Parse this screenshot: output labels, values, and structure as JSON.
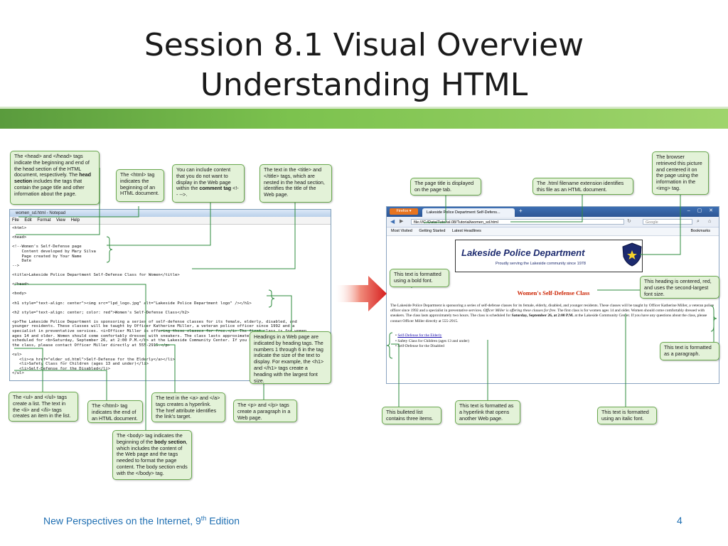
{
  "title": {
    "line1": "Session 8.1 Visual Overview",
    "line2": "Understanding HTML"
  },
  "callouts": {
    "head_tags": "The <head> and </head> tags indicate the beginning and end of the head section of the HTML document, respectively. The",
    "head_tags_bold": "head section",
    "head_tags_end": "includes the tags that contain the page title and other information about the page.",
    "html_tag": "The <html> tag indicates the beginning of an HTML document.",
    "comment_a": "You can include content that you do not want to display in the Web page within the",
    "comment_bold": "comment tag",
    "comment_b": "<!-- -->.",
    "title_tags": "The text in the <title> and </title> tags, which are nested in the head section, identifies the title of the Web page.",
    "page_title": "The page title is displayed on the page tab.",
    "html_ext": "The .html filename extension identifies this file as an HTML document.",
    "browser_pic": "The browser retrieved this picture and centered it on the page using the information in the <img> tag.",
    "bold_font": "This text is formatted using a bold font.",
    "heading_centered": "This heading is centered, red, and uses the second-largest font size.",
    "paragraph": "This text is formatted as a paragraph.",
    "headings": "Headings in a Web page are indicated by heading tags. The numbers 1 through 6 in the tag indicate the size of the text to display. For example, the <h1> and </h1> tags create a heading with the largest font size.",
    "ul_tags": "The <ul> and </ul> tags create a list. The text in the <li> and </li> tags creates an item in the list.",
    "html_end": "The </html> tag indicates the end of an HTML document.",
    "a_tags": "The text in the <a> and </a> tags creates a hyperlink. The href attribute identifies the link's target.",
    "p_tags": "The <p> and </p> tags create a paragraph in a Web page.",
    "bulleted": "This bulleted list contains three items.",
    "hyperlink": "This text is formatted as a hyperlink that opens another Web page.",
    "italic": "This text is formatted using an italic font.",
    "body_a": "The <body> tag indicates the beginning of the",
    "body_bold": "body section",
    "body_b": ", which includes the content of the Web page and the tags needed to format the page content. The body section ends with the </body> tag."
  },
  "notepad": {
    "title": "women_sd.html - Notepad",
    "menu": [
      "File",
      "Edit",
      "Format",
      "View",
      "Help"
    ],
    "code": "<html>\n\n<head>\n\n<!--Women's Self-Defense page\n    Content developed by Mary Silva\n    Page created by Your Name\n    Date\n-->\n\n<title>Lakeside Police Department Self-Defense Class for Women</title>\n\n</head>\n\n<body>\n\n<h1 style=\"text-align: center\"><img src=\"lpd_logo.jpg\" alt=\"Lakeside Police Department logo\" /></h1>\n\n<h2 style=\"text-align: center; color: red\">Women's Self-Defense Class</h2>\n\n<p>The Lakeside Police Department is sponsoring a series of self-defense classes for its female, elderly, disabled, and\nyounger residents. These classes will be taught by Officer Katherine Miller, a veteran police officer since 1992 and a\nspecialist in preventative services. <i>Officer Miller is offering these classes for free.</i> The first class is for women\nages 14 and older. Women should come comfortably dressed with sneakers. The class lasts approximately two hours. The class is\nscheduled for <b>Saturday, September 26, at 2:00 P.M.</b> at the Lakeside Community Center. If you have any questions about\nthe class, please contact Officer Miller directly at 555-2915.</p>\n\n<ul>\n   <li><a href=\"elder_sd.html\">Self-Defense for the Elderly</a></li>\n   <li>Safety Class for Children (ages 13 and under)</li>\n   <li>Self-Defense for the Disabled</li>\n</ul>\n\n</body>\n\n</html>"
  },
  "browser": {
    "firefox_label": "Firefox ▾",
    "tab_title": "Lakeside Police Department Self-Defens...",
    "tab_plus": "+",
    "url": "file:///C:/Data/Tutorial.08/Tutorial/women_sd.html",
    "search_placeholder": "Google",
    "bookmarks": [
      "Most Visited",
      "Getting Started",
      "Latest Headlines"
    ],
    "bookmarks_right": "Bookmarks",
    "logo_name": "Lakeside Police Department",
    "logo_tagline": "Proudly serving the Lakeside community since 1978",
    "heading": "Women's Self-Defense Class",
    "para_1": "The Lakeside Police Department is sponsoring a series of self-defense classes for its female, elderly, disabled, and younger residents. These classes will be taught by Officer Katherine Miller, a veteran police officer since 1992 and a specialist in preventative services.",
    "para_italic": "Officer Miller is offering these classes for free.",
    "para_2": "The first class is for women ages 14 and older. Women should come comfortably dressed with sneakers. The class lasts approximately two hours. The class is scheduled for",
    "para_bold": "Saturday, September 26, at 2:00 P.M.",
    "para_3": "at the Lakeside Community Center. If you have any questions about the class, please contact Officer Miller directly at 555-2915.",
    "list": [
      "Self-Defense for the Elderly",
      "Safety Class for Children (ages 13 and under)",
      "Self-Defense for the Disabled"
    ]
  },
  "footer": {
    "text": "New Perspectives on the Internet, 9",
    "sup": "th",
    "edition": " Edition",
    "page": "4"
  }
}
